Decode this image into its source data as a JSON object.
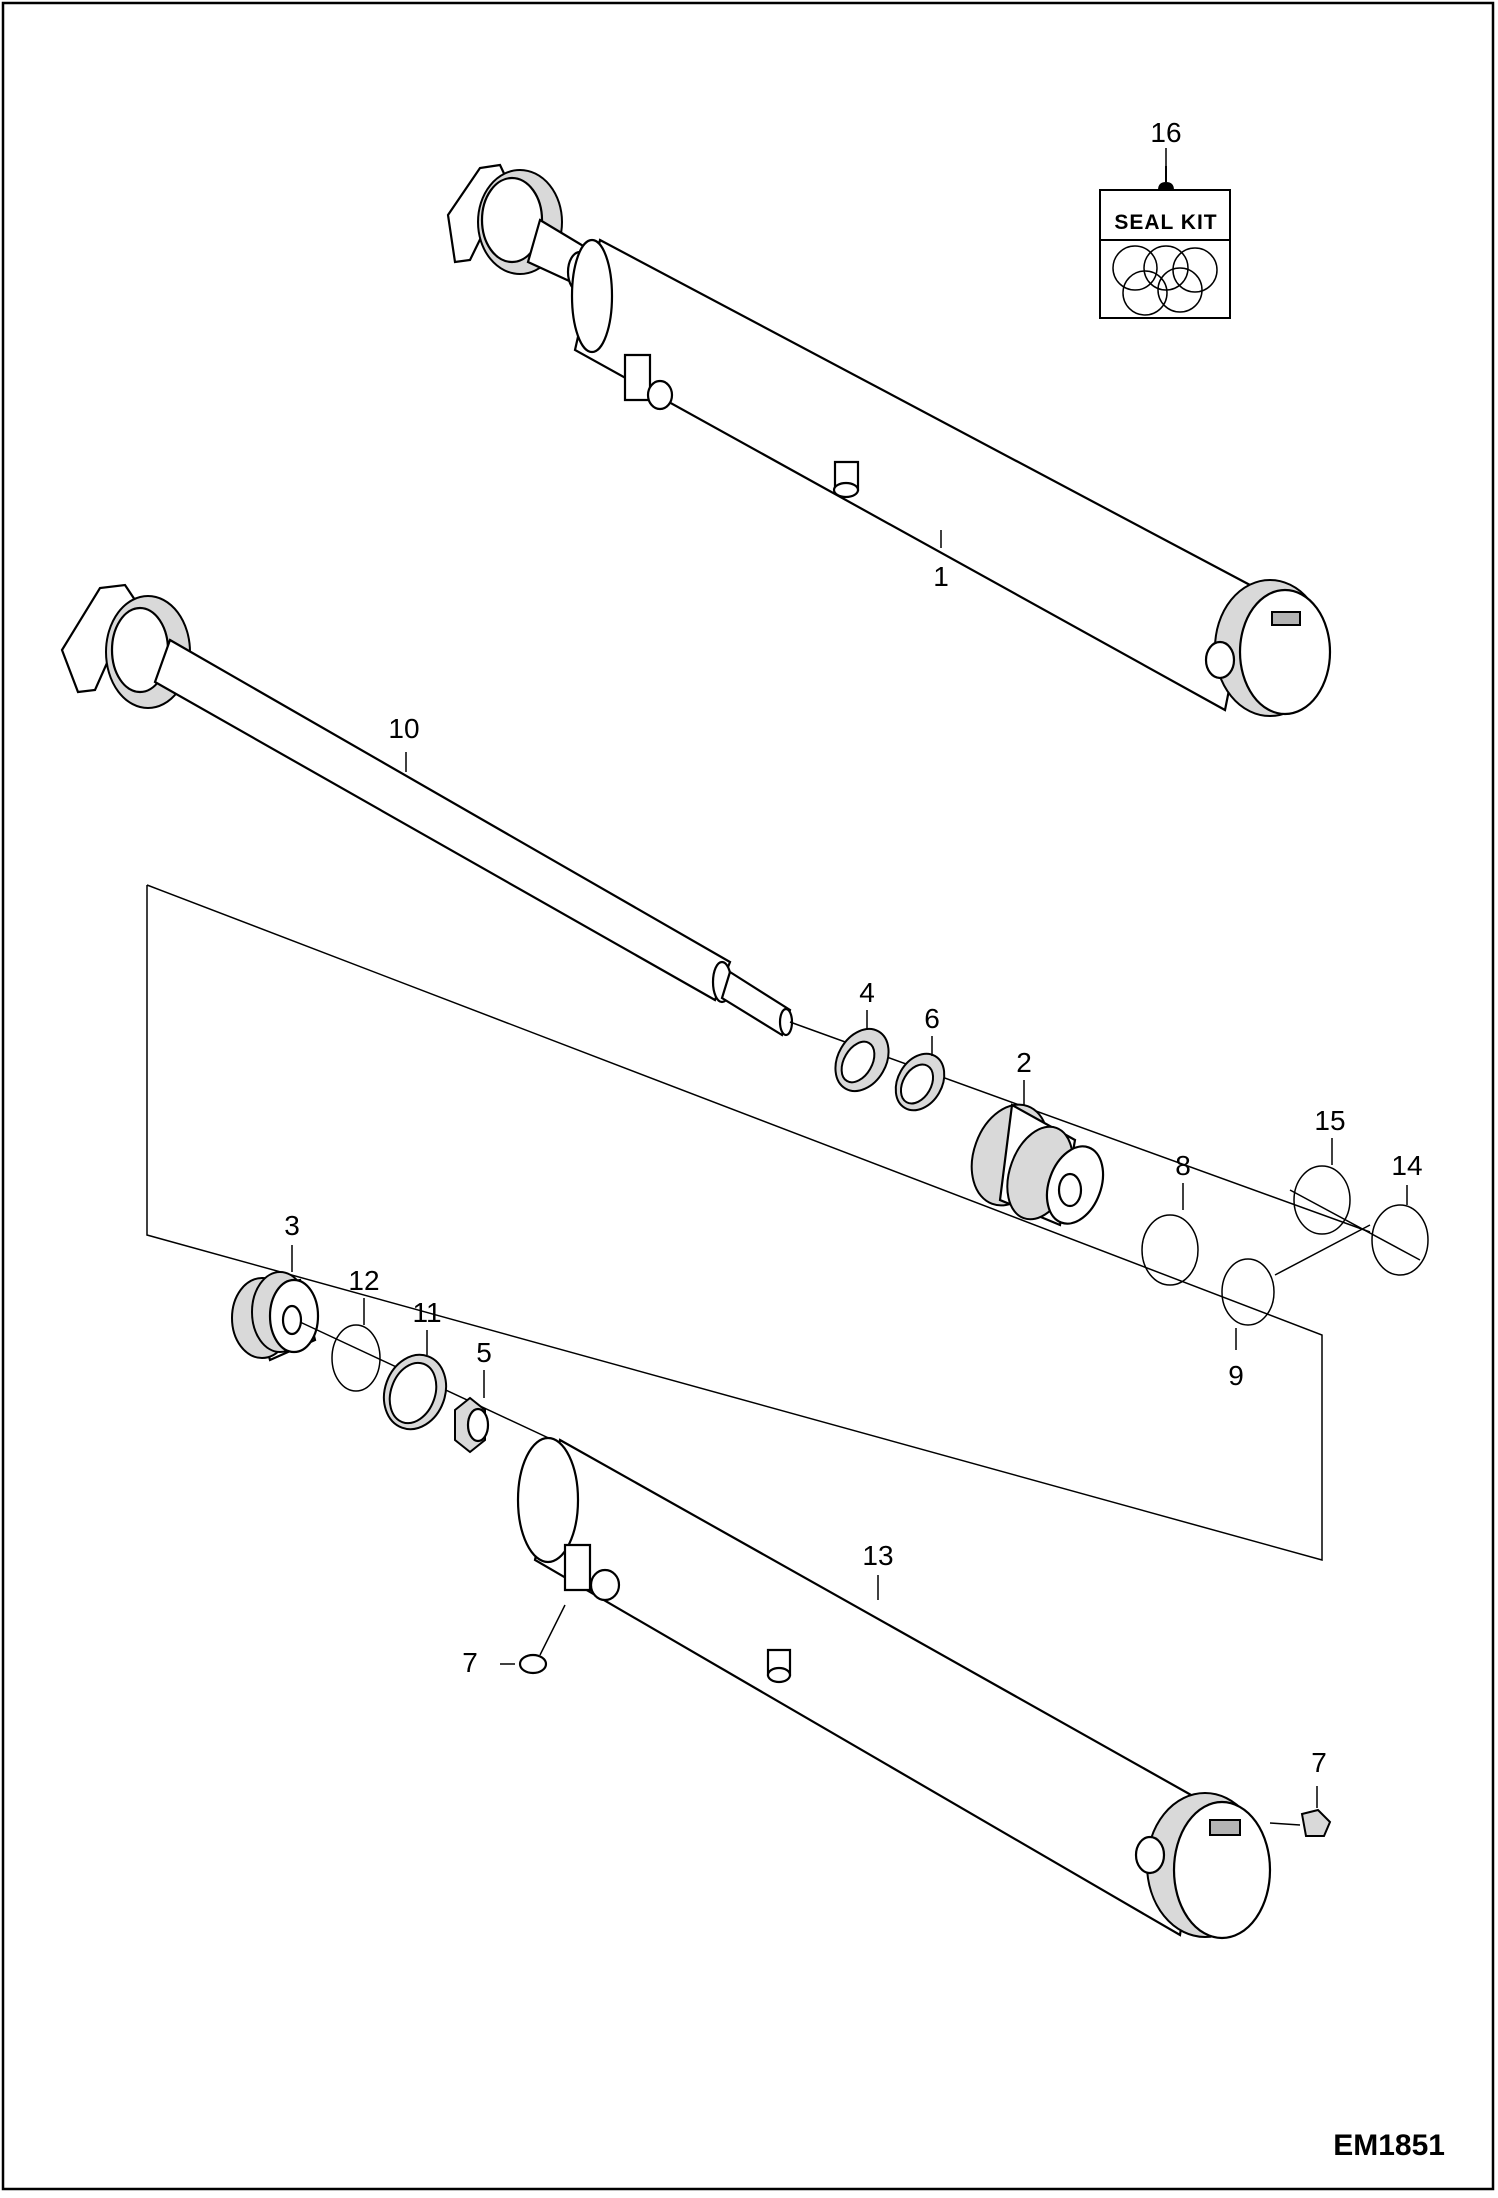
{
  "drawing": {
    "figure_code": "EM1851",
    "seal_kit_label": "SEAL KIT",
    "callouts": {
      "c1": "1",
      "c2": "2",
      "c3": "3",
      "c4": "4",
      "c5": "5",
      "c6": "6",
      "c7a": "7",
      "c7b": "7",
      "c8": "8",
      "c9": "9",
      "c10": "10",
      "c11": "11",
      "c12": "12",
      "c13": "13",
      "c14": "14",
      "c15": "15",
      "c16": "16"
    }
  }
}
